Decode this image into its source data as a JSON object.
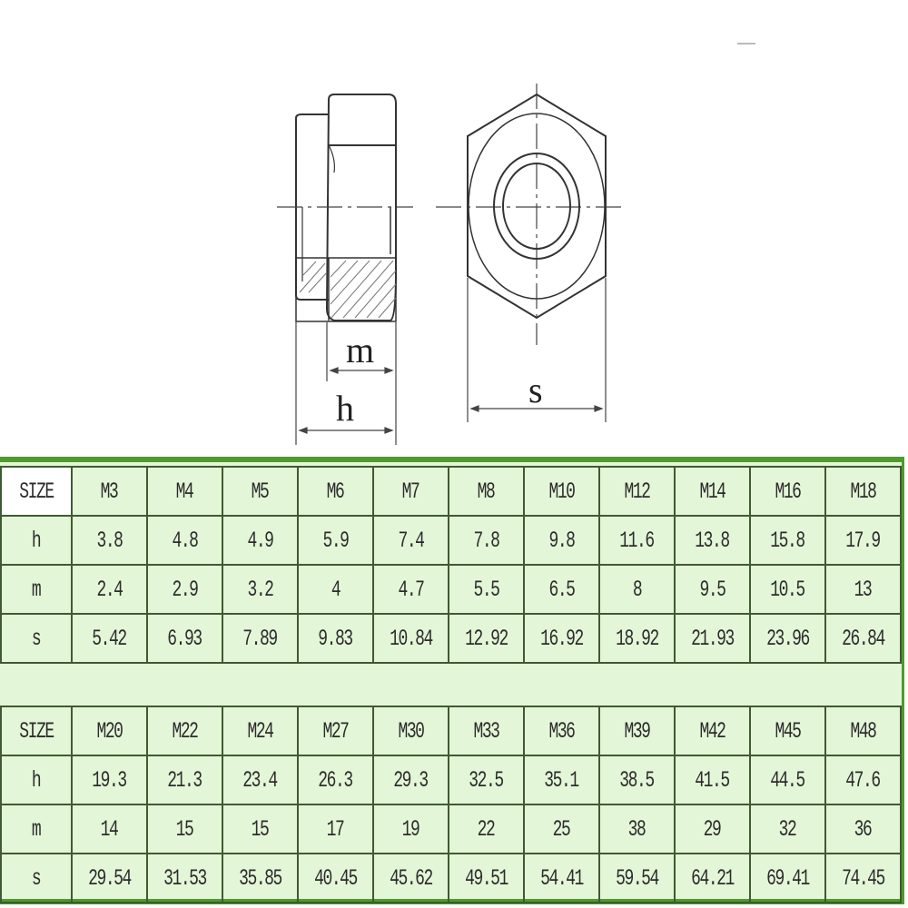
{
  "drawing": {
    "labels": {
      "m": "m",
      "h": "h",
      "s": "s"
    },
    "side_view": "nylon-insert-lock-nut-side-section",
    "front_view": "hex-nut-front-view"
  },
  "table": {
    "row_labels": [
      "SIZE",
      "h",
      "m",
      "s"
    ],
    "block1": {
      "sizes": [
        "M3",
        "M4",
        "M5",
        "M6",
        "M7",
        "M8",
        "M10",
        "M12",
        "M14",
        "M16",
        "M18"
      ],
      "h": [
        "3.8",
        "4.8",
        "4.9",
        "5.9",
        "7.4",
        "7.8",
        "9.8",
        "11.6",
        "13.8",
        "15.8",
        "17.9"
      ],
      "m": [
        "2.4",
        "2.9",
        "3.2",
        "4",
        "4.7",
        "5.5",
        "6.5",
        "8",
        "9.5",
        "10.5",
        "13"
      ],
      "s": [
        "5.42",
        "6.93",
        "7.89",
        "9.83",
        "10.84",
        "12.92",
        "16.92",
        "18.92",
        "21.93",
        "23.96",
        "26.84"
      ]
    },
    "block2": {
      "sizes": [
        "M20",
        "M22",
        "M24",
        "M27",
        "M30",
        "M33",
        "M36",
        "M39",
        "M42",
        "M45",
        "M48"
      ],
      "h": [
        "19.3",
        "21.3",
        "23.4",
        "26.3",
        "29.3",
        "32.5",
        "35.1",
        "38.5",
        "41.5",
        "44.5",
        "47.6"
      ],
      "m": [
        "14",
        "15",
        "15",
        "17",
        "19",
        "22",
        "25",
        "38",
        "29",
        "32",
        "36"
      ],
      "s": [
        "29.54",
        "31.53",
        "35.85",
        "40.45",
        "45.62",
        "49.51",
        "54.41",
        "59.54",
        "64.21",
        "69.41",
        "74.45"
      ]
    }
  },
  "colors": {
    "table_bg": "#e4f6d8",
    "table_border_accent": "#4e9a2e",
    "grid_line": "#3f5a32"
  }
}
